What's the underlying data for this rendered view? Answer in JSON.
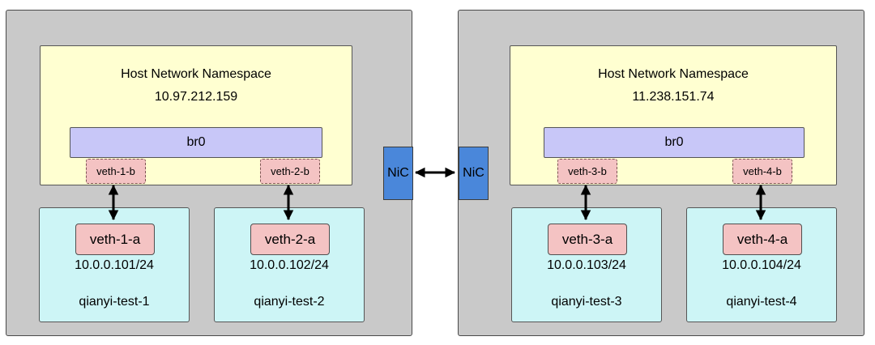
{
  "palette": {
    "host_fill": "#c9c9c9",
    "namespace_fill": "#ffffd1",
    "bridge_fill": "#c8c7f8",
    "veth_fill": "#f4c3c3",
    "container_fill": "#cdf5f6",
    "nic_fill": "#4a87da",
    "border": "#4a4a4a",
    "arrow": "#000000"
  },
  "hosts": [
    {
      "namespace_title": "Host Network Namespace",
      "host_ip": "10.97.212.159",
      "bridge_label": "br0",
      "nic_label": "NiC",
      "veth_bridge_ports": [
        "veth-1-b",
        "veth-2-b"
      ],
      "containers": [
        {
          "veth": "veth-1-a",
          "ip": "10.0.0.101/24",
          "name": "qianyi-test-1"
        },
        {
          "veth": "veth-2-a",
          "ip": "10.0.0.102/24",
          "name": "qianyi-test-2"
        }
      ]
    },
    {
      "namespace_title": "Host Network Namespace",
      "host_ip": "11.238.151.74",
      "bridge_label": "br0",
      "nic_label": "NiC",
      "veth_bridge_ports": [
        "veth-3-b",
        "veth-4-b"
      ],
      "containers": [
        {
          "veth": "veth-3-a",
          "ip": "10.0.0.103/24",
          "name": "qianyi-test-3"
        },
        {
          "veth": "veth-4-a",
          "ip": "10.0.0.104/24",
          "name": "qianyi-test-4"
        }
      ]
    }
  ]
}
